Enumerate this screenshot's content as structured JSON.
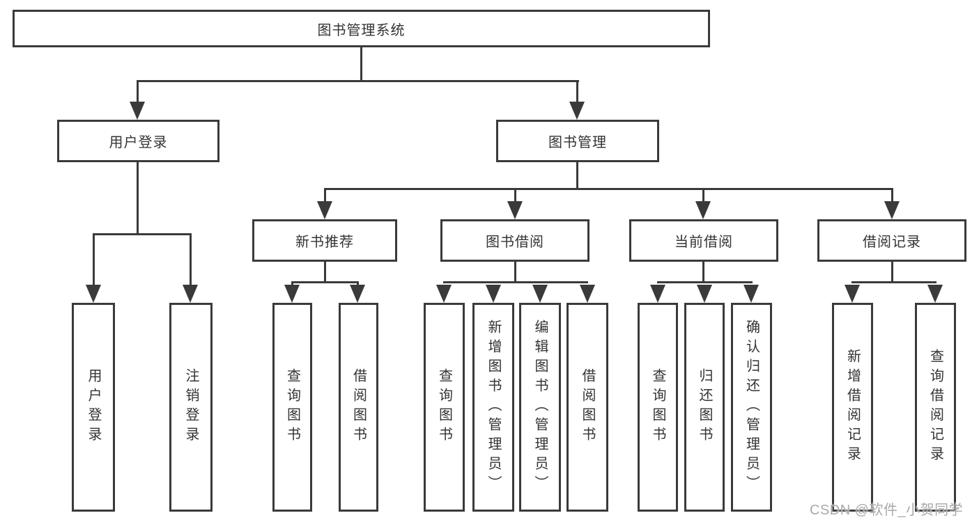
{
  "diagram": {
    "title": "图书管理系统",
    "branches": [
      {
        "label": "用户登录",
        "children": [
          "用户登录",
          "注销登录"
        ]
      },
      {
        "label": "图书管理",
        "children": [
          {
            "label": "新书推荐",
            "children": [
              "查询图书",
              "借阅图书"
            ]
          },
          {
            "label": "图书借阅",
            "children": [
              "查询图书",
              "新增图书（管理员）",
              "编辑图书（管理员）",
              "借阅图书"
            ]
          },
          {
            "label": "当前借阅",
            "children": [
              "查询图书",
              "归还图书",
              "确认归还（管理员）"
            ]
          },
          {
            "label": "借阅记录",
            "children": [
              "新增借阅记录",
              "查询借阅记录"
            ]
          }
        ]
      }
    ]
  },
  "watermark": "CSDN @软件_小贺同学",
  "colors": {
    "line": "#3a3a3a",
    "text": "#333333",
    "background": "#ffffff",
    "watermark": "#a9a9a9"
  }
}
